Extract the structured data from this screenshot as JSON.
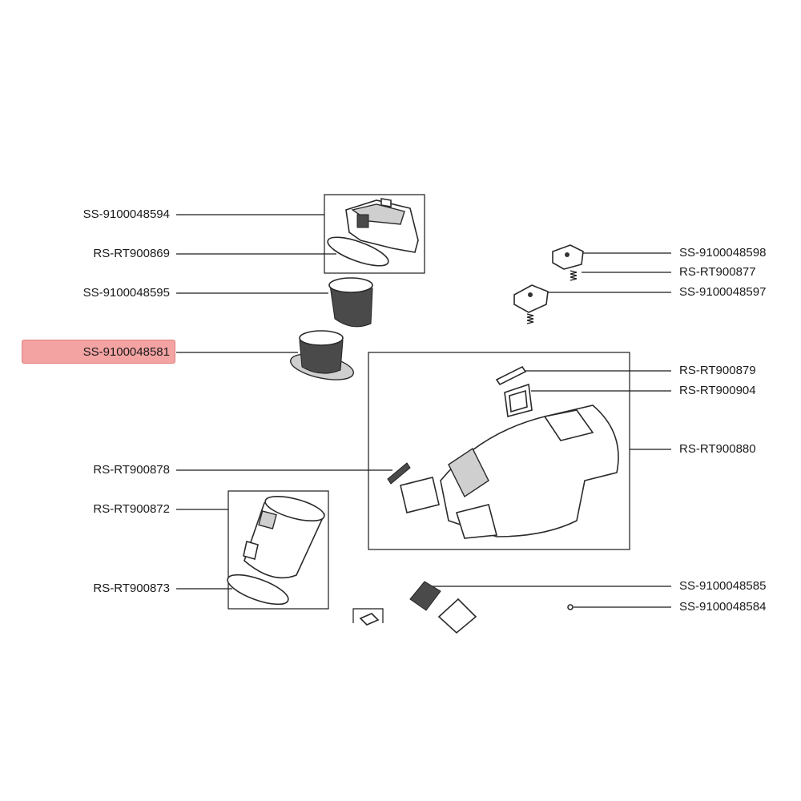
{
  "highlight_color": "#f4a3a3",
  "labels": {
    "ss_9100048594": "SS-9100048594",
    "rs_rt900869": "RS-RT900869",
    "ss_9100048595": "SS-9100048595",
    "ss_9100048581": "SS-9100048581",
    "rs_rt900878": "RS-RT900878",
    "rs_rt900872": "RS-RT900872",
    "rs_rt900873": "RS-RT900873",
    "ss_9100048598": "SS-9100048598",
    "rs_rt900877": "RS-RT900877",
    "ss_9100048597": "SS-9100048597",
    "rs_rt900879": "RS-RT900879",
    "rs_rt900904": "RS-RT900904",
    "rs_rt900880": "RS-RT900880",
    "ss_9100048585": "SS-9100048585",
    "ss_9100048584": "SS-9100048584"
  }
}
